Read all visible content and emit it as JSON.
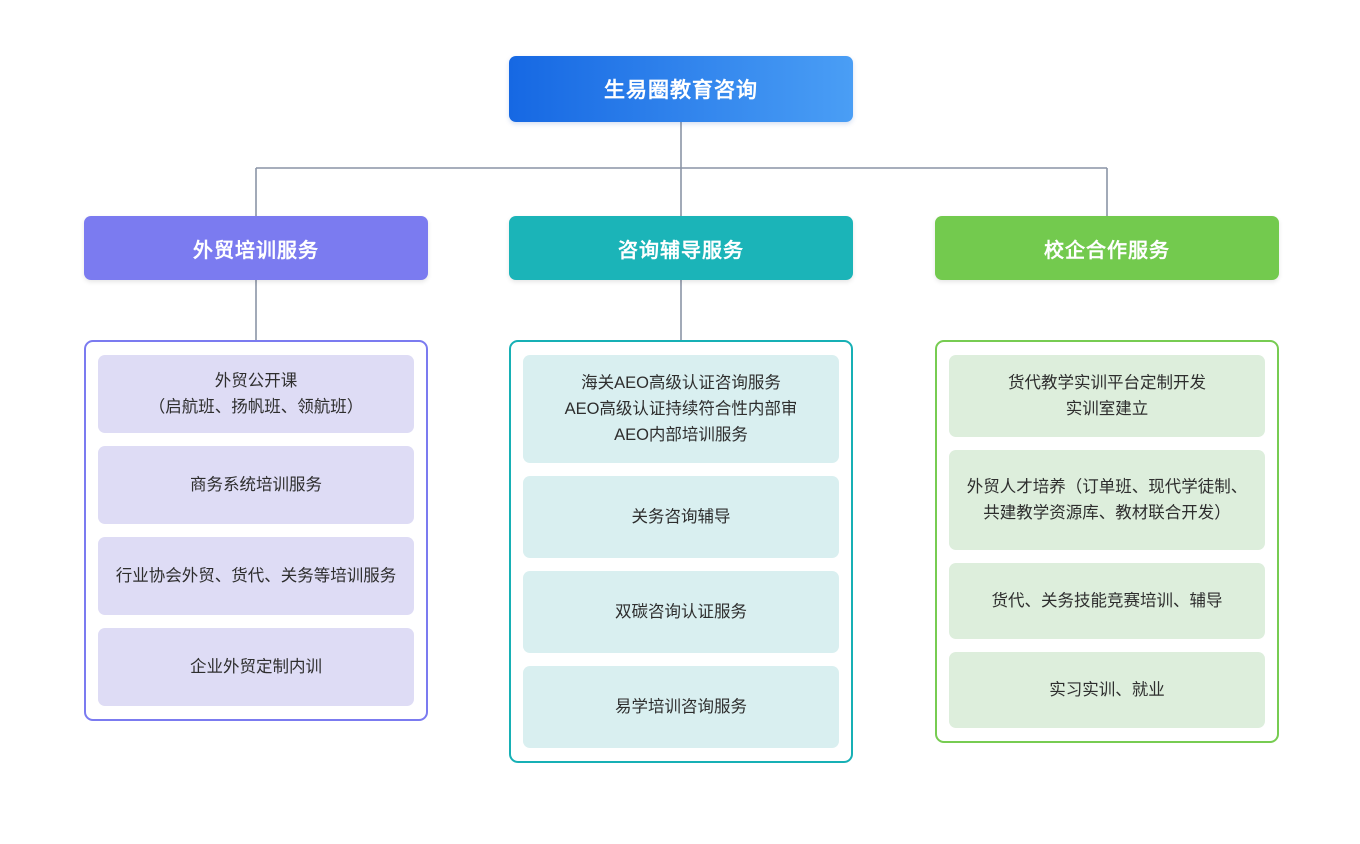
{
  "diagram": {
    "type": "organization-tree",
    "root": {
      "label": "生易圈教育咨询",
      "gradient_from": "#1668e3",
      "gradient_to": "#4a9ef5"
    },
    "connector_color": "#8a94a6",
    "branches": [
      {
        "id": "foreign-trade-training",
        "label": "外贸培训服务",
        "header_color": "#7b7bf0",
        "border_color": "#7b7bf0",
        "leaf_color": "#dedcf5",
        "has_stem": true,
        "items": [
          "外贸公开课\n（启航班、扬帆班、领航班）",
          "商务系统培训服务",
          "行业协会外贸、货代、关务等培训服务",
          "企业外贸定制内训"
        ]
      },
      {
        "id": "consulting-tutoring",
        "label": "咨询辅导服务",
        "header_color": "#1bb4b8",
        "border_color": "#17b0b5",
        "leaf_color": "#d9eff0",
        "has_stem": true,
        "items": [
          "海关AEO高级认证咨询服务\nAEO高级认证持续符合性内部审\nAEO内部培训服务",
          "关务咨询辅导",
          "双碳咨询认证服务",
          "易学培训咨询服务"
        ]
      },
      {
        "id": "school-enterprise-cooperation",
        "label": "校企合作服务",
        "header_color": "#73ca4e",
        "border_color": "#77cc52",
        "leaf_color": "#ddeedc",
        "has_stem": false,
        "items": [
          "货代教学实训平台定制开发\n实训室建立",
          "外贸人才培养（订单班、现代学徒制、共建教学资源库、教材联合开发）",
          "货代、关务技能竞赛培训、辅导",
          "实习实训、就业"
        ]
      }
    ]
  }
}
